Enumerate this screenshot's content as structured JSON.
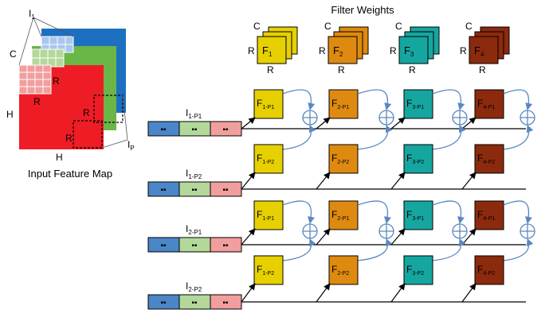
{
  "left_panel": {
    "caption": "Input Feature Map",
    "label_I": "I",
    "label_I_sub": "1",
    "label_C": "C",
    "label_H_side": "H",
    "label_H_bottom": "H",
    "label_R_small_right": "R",
    "label_R_small_bottom": "R",
    "label_R_large_right": "R",
    "label_R_large_bottom": "R",
    "label_IP": "I",
    "label_IP_sub": "P"
  },
  "filter_weights": {
    "title": "Filter Weights",
    "groups": [
      {
        "name": "F",
        "sub": "1",
        "color": "#e6d000",
        "C": "C",
        "R_side": "R",
        "R_bottom": "R"
      },
      {
        "name": "F",
        "sub": "2",
        "color": "#de8a10",
        "C": "C",
        "R_side": "R",
        "R_bottom": "R"
      },
      {
        "name": "F",
        "sub": "3",
        "color": "#16a6a0",
        "C": "C",
        "R_side": "R",
        "R_bottom": "R"
      },
      {
        "name": "F",
        "sub": "4",
        "color": "#8c2a0d",
        "C": "C",
        "R_side": "R",
        "R_bottom": "R"
      }
    ]
  },
  "input_rows": [
    {
      "name": "I",
      "sub": "1-P1"
    },
    {
      "name": "I",
      "sub": "1-P2"
    },
    {
      "name": "I",
      "sub": "2-P1"
    },
    {
      "name": "I",
      "sub": "2-P2"
    }
  ],
  "pe_rows": [
    [
      "1-P1",
      "2-P1",
      "3-P1",
      "4-P1"
    ],
    [
      "1-P2",
      "2-P2",
      "3-P2",
      "4-P2"
    ],
    [
      "1-P1",
      "2-P1",
      "3-P1",
      "4-P1"
    ],
    [
      "1-P2",
      "2-P2",
      "3-P2",
      "4-P2"
    ]
  ],
  "input_cell_text": "▪▪",
  "colors": {
    "blue_cell": "#4a86c8",
    "green_cell": "#b3d89a",
    "pink_cell": "#f19e9e",
    "red_map": "#ee1c25",
    "green_map": "#6ab647",
    "blue_map": "#1d6fc0",
    "arrow": "#5a88c2"
  }
}
